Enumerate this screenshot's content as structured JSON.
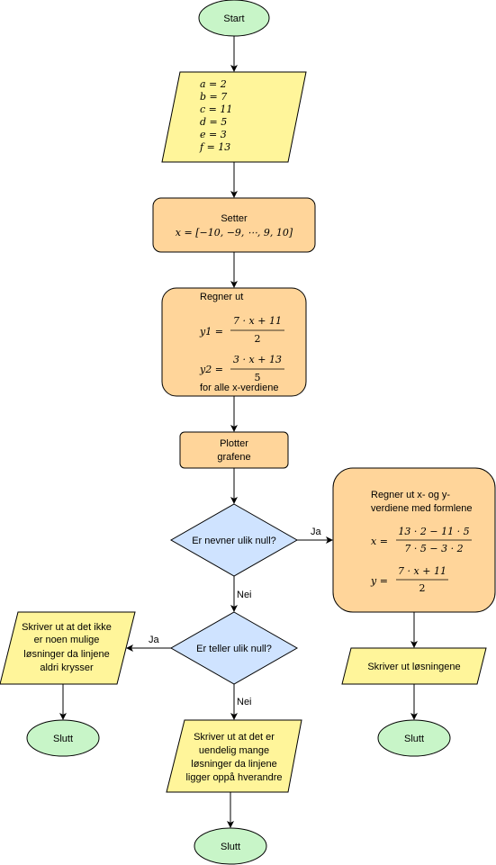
{
  "colors": {
    "terminal": "#c8f5c8",
    "io": "#fff59a",
    "process": "#ffd59a",
    "decision": "#cfe3ff",
    "stroke": "#000000"
  },
  "start": {
    "label": "Start"
  },
  "inputs": {
    "lines": [
      "a = 2",
      "b = 7",
      "c = 11",
      "d = 5",
      "e = 3",
      "f = 13"
    ]
  },
  "set_x": {
    "title": "Setter",
    "formula": "x = [−10, −9, ⋯, 9, 10]"
  },
  "compute_y": {
    "title": "Regner ut",
    "y1": {
      "lhs": "y1 =",
      "num": "7 · x + 11",
      "den": "2"
    },
    "y2": {
      "lhs": "y2 =",
      "num": "3 · x + 13",
      "den": "5"
    },
    "footer": "for alle x-verdiene"
  },
  "plot": {
    "line1": "Plotter",
    "line2": "grafene"
  },
  "decision_denominator": {
    "question": "Er nevner ulik null?"
  },
  "decision_numerator": {
    "question": "Er teller ulik null?"
  },
  "branch_labels": {
    "yes_right": "Ja",
    "no_down_1": "Nei",
    "yes_left": "Ja",
    "no_down_2": "Nei"
  },
  "solve": {
    "title1": "Regner ut x- og y-",
    "title2": "verdiene med formlene",
    "x": {
      "lhs": "x =",
      "num": "13 · 2 − 11 · 5",
      "den": "7 · 5 − 3 · 2"
    },
    "y": {
      "lhs": "y =",
      "num": "7 · x + 11",
      "den": "2"
    }
  },
  "print_solution": {
    "label": "Skriver ut løsningene"
  },
  "print_none": {
    "lines": [
      "Skriver ut at det ikke",
      "er noen mulige",
      "løsninger da linjene",
      "aldri krysser"
    ]
  },
  "print_infinite": {
    "lines": [
      "Skriver ut at det er",
      "uendelig mange",
      "løsninger da linjene",
      "ligger oppå hverandre"
    ]
  },
  "end": {
    "label": "Slutt"
  }
}
